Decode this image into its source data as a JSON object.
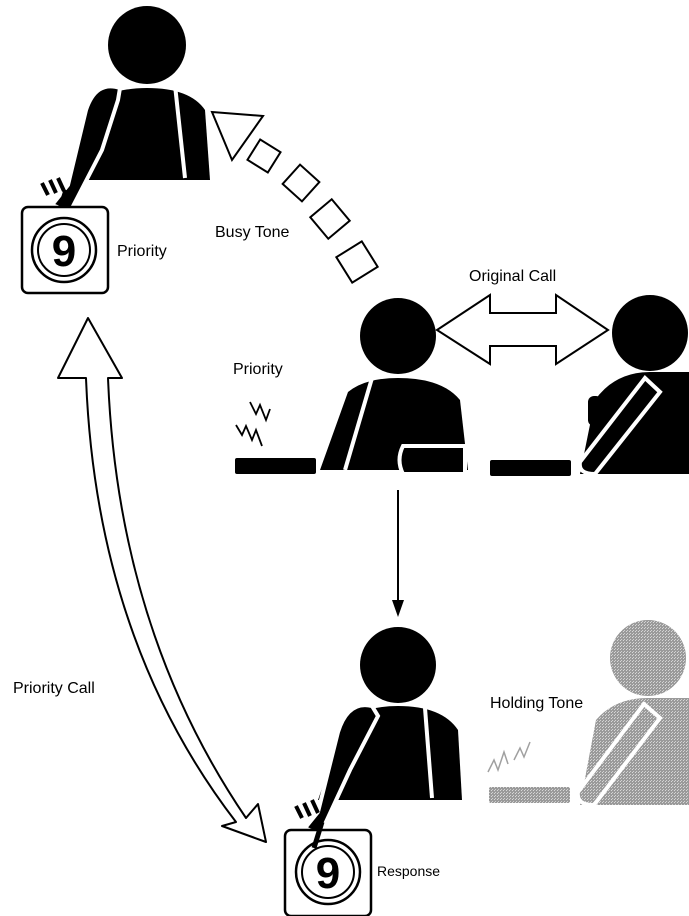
{
  "labels": {
    "priority_top": "Priority",
    "busy_tone": "Busy Tone",
    "original_call": "Original Call",
    "priority_mid": "Priority",
    "priority_call": "Priority Call",
    "holding_tone": "Holding Tone",
    "response": "Response"
  },
  "keys": {
    "top_key_digit": "9",
    "bottom_key_digit": "9"
  },
  "colors": {
    "figure": "#000000",
    "held_figure": "#a8a8a8",
    "background": "#ffffff"
  },
  "icons": {
    "person": "person-silhouette-icon",
    "telephone": "telephone-base-icon",
    "key": "priority-key-icon",
    "ring": "ring-zigzag-icon"
  }
}
